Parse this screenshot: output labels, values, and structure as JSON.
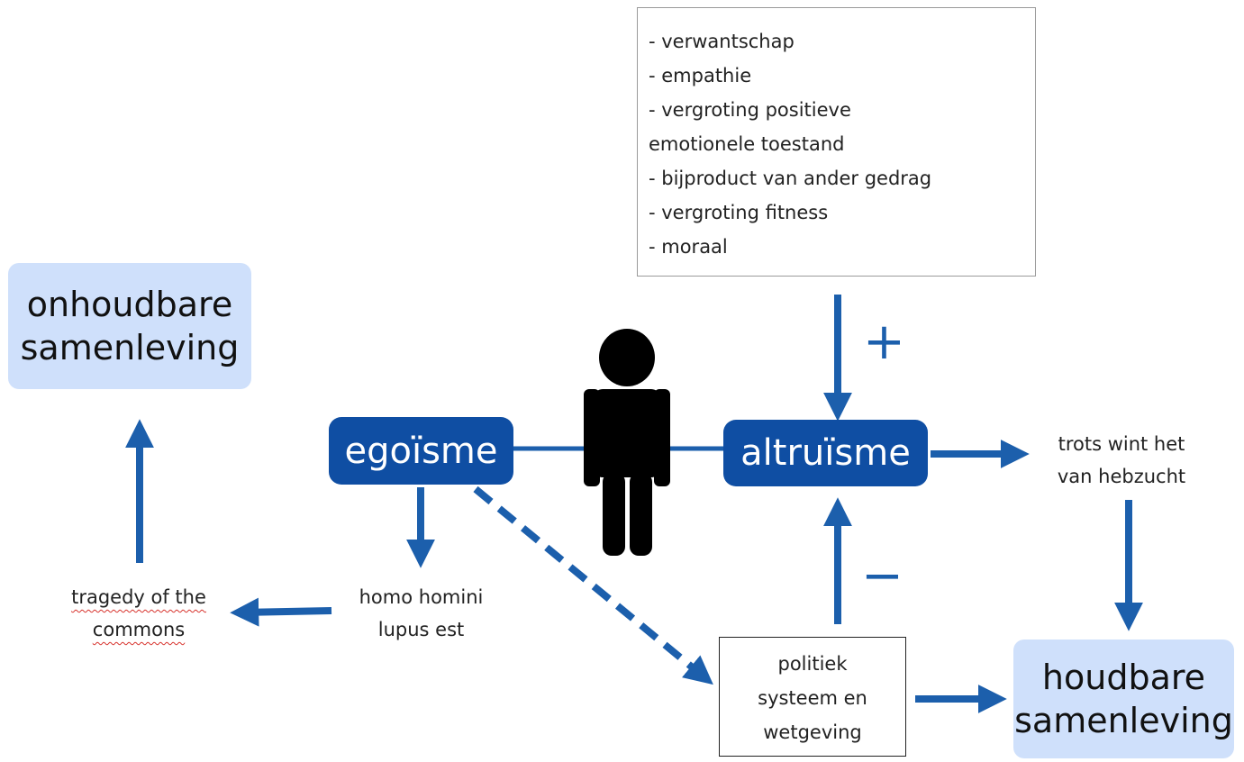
{
  "factors_box": {
    "lines": [
      "- verwantschap",
      "- empathie",
      "- vergroting positieve",
      "emotionele toestand",
      "- bijproduct van ander gedrag",
      "- vergroting fitness",
      "- moraal"
    ]
  },
  "signs": {
    "plus": "+",
    "minus": "−"
  },
  "nodes": {
    "onhoudbare_samenleving": [
      "onhoudbare",
      "samenleving"
    ],
    "egoisme": "egoïsme",
    "altruisme": "altruïsme",
    "trots": [
      "trots wint het",
      "van hebzucht"
    ],
    "homo": [
      "homo homini",
      "lupus est"
    ],
    "tragedy": [
      "tragedy of the",
      "commons"
    ],
    "politiek": [
      "politiek",
      "systeem en",
      "wetgeving"
    ],
    "houdbare_samenleving": [
      "houdbare",
      "samenleving"
    ]
  },
  "colors": {
    "arrow": "#1c5fac",
    "dark_node": "#0f4ea3",
    "pale_node": "#cfe0fb",
    "person": "#000000"
  }
}
